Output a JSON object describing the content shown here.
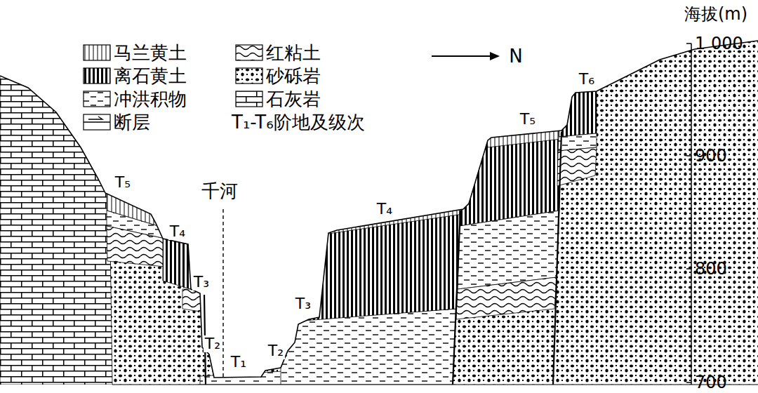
{
  "diagram": {
    "labels": [
      "海拔(m)",
      "1 000",
      "900",
      "800",
      "700",
      "N",
      "千河",
      "T₅",
      "T₄",
      "T₃",
      "T₂",
      "T₁",
      "T₂",
      "T₃",
      "T₄",
      "T₅",
      "T₆"
    ],
    "legend": [
      {
        "text": "马兰黄土"
      },
      {
        "text": "红粘土"
      },
      {
        "text": "离石黄土"
      },
      {
        "text": "砂砾岩"
      },
      {
        "text": "冲洪积物"
      },
      {
        "text": "石灰岩"
      },
      {
        "text": "断层"
      },
      {
        "text": "T₁-T₆阶地及级次"
      }
    ]
  }
}
